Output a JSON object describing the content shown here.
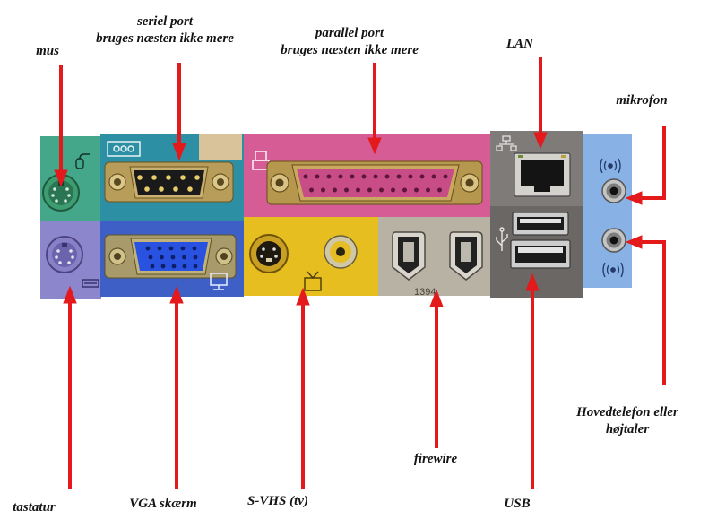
{
  "callouts": {
    "mouse": [
      "mus"
    ],
    "serial": [
      "seriel port",
      "bruges næsten ikke mere"
    ],
    "parallel": [
      "parallel port",
      "bruges næsten ikke mere"
    ],
    "lan": [
      "LAN"
    ],
    "microphone": [
      "mikrofon"
    ],
    "headphone": [
      "Hovedtelefon eller",
      "højtaler"
    ],
    "firewire": [
      "firewire"
    ],
    "usb": [
      "USB"
    ],
    "svhs": [
      "S-VHS (tv)"
    ],
    "vga": [
      "VGA skærm"
    ],
    "keyboard": [
      "tastatur"
    ]
  },
  "panel": {
    "firewire_marking": "1394",
    "icons": [
      "mouse-icon",
      "keyboard-icon",
      "serial-port-icon",
      "printer-icon",
      "monitor-icon",
      "tv-icon",
      "network-icon",
      "usb-icon",
      "microphone-icon",
      "speaker-icon"
    ]
  },
  "colors": {
    "arrow": "#e3191c",
    "zones": {
      "mouse": "#45a78a",
      "keyboard": "#8c86cd",
      "serial": "#2c8fa4",
      "serial_bracket": "#d8c39b",
      "vga": "#3e60c6",
      "parallel": "#d55c94",
      "video": "#e6be20",
      "firewire": "#b8b2a5",
      "network_usb": "#6a6765",
      "network_top": "#7e7b79",
      "audio": "#88b1e5"
    }
  }
}
